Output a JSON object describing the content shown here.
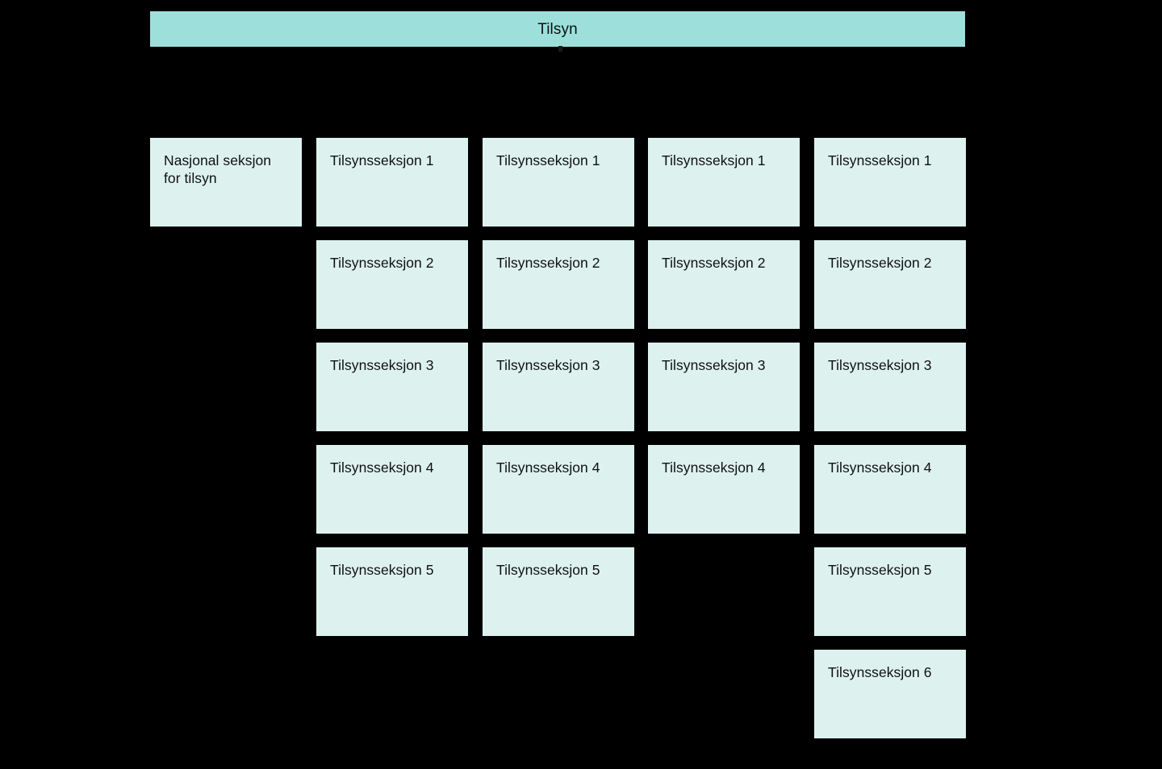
{
  "header": {
    "title": "Tilsyn",
    "background_color": "#9de0db"
  },
  "colors": {
    "page_background": "#000000",
    "header_fill": "#9de0db",
    "box_fill": "#ddf2ef",
    "text": "#101010"
  },
  "columns": [
    {
      "id": "column-national",
      "nodes": [
        {
          "label": "Nasjonal seksjon\nfor tilsyn"
        }
      ]
    },
    {
      "id": "column-1",
      "nodes": [
        {
          "label": "Tilsynsseksjon 1"
        },
        {
          "label": "Tilsynsseksjon 2"
        },
        {
          "label": "Tilsynsseksjon 3"
        },
        {
          "label": "Tilsynsseksjon 4"
        },
        {
          "label": "Tilsynsseksjon 5"
        }
      ]
    },
    {
      "id": "column-2",
      "nodes": [
        {
          "label": "Tilsynsseksjon 1"
        },
        {
          "label": "Tilsynsseksjon 2"
        },
        {
          "label": "Tilsynsseksjon 3"
        },
        {
          "label": "Tilsynsseksjon 4"
        },
        {
          "label": "Tilsynsseksjon 5"
        }
      ]
    },
    {
      "id": "column-3",
      "nodes": [
        {
          "label": "Tilsynsseksjon 1"
        },
        {
          "label": "Tilsynsseksjon 2"
        },
        {
          "label": "Tilsynsseksjon 3"
        },
        {
          "label": "Tilsynsseksjon 4"
        }
      ]
    },
    {
      "id": "column-4",
      "nodes": [
        {
          "label": "Tilsynsseksjon 1"
        },
        {
          "label": "Tilsynsseksjon 2"
        },
        {
          "label": "Tilsynsseksjon 3"
        },
        {
          "label": "Tilsynsseksjon 4"
        },
        {
          "label": "Tilsynsseksjon 5"
        },
        {
          "label": "Tilsynsseksjon 6"
        }
      ]
    }
  ]
}
